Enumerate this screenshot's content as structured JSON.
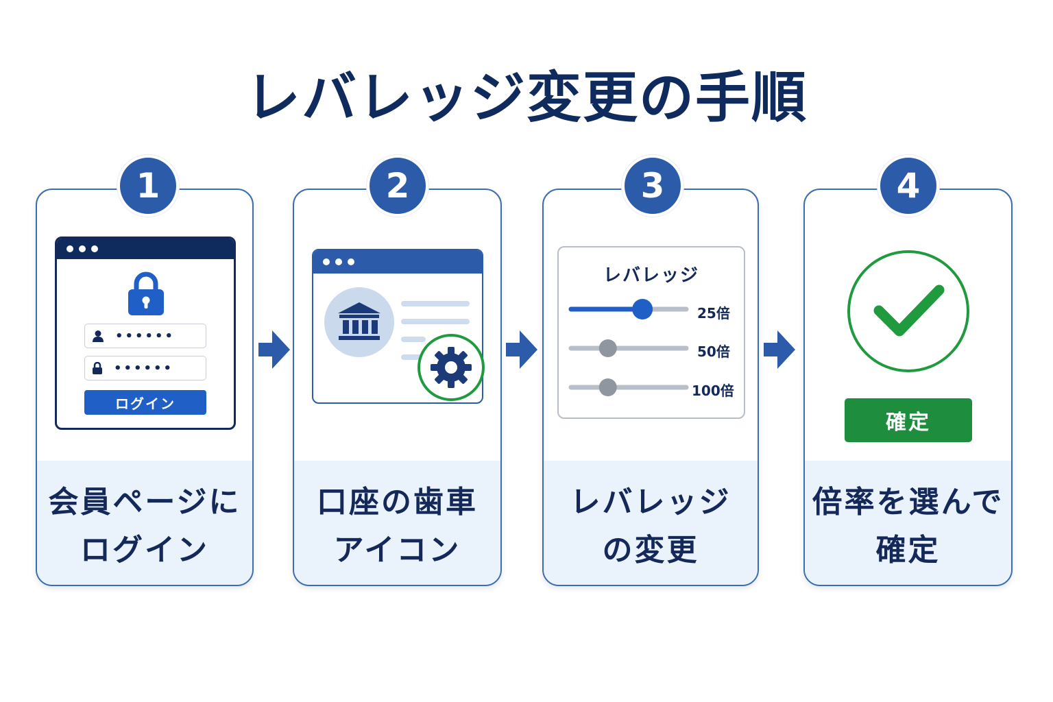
{
  "title": "レバレッジ変更の手順",
  "colors": {
    "navy": "#0f2a5c",
    "blue": "#2b5ba9",
    "accent_blue": "#1f5fc6",
    "green": "#1f9a3e",
    "panel_bg": "#eaf2fc"
  },
  "steps": [
    {
      "number": "1",
      "caption_lines": [
        "会員ページに",
        "ログイン"
      ],
      "illustration": {
        "icons": [
          "lock-icon",
          "user-icon",
          "small-lock-icon"
        ],
        "password_mask": "••••••",
        "username_mask": "••••••",
        "login_button": "ログイン"
      }
    },
    {
      "number": "2",
      "caption_lines": [
        "口座の歯車",
        "アイコン"
      ],
      "illustration": {
        "icons": [
          "bank-icon",
          "gear-icon"
        ]
      }
    },
    {
      "number": "3",
      "caption_lines": [
        "レバレッジ",
        "の変更"
      ],
      "illustration": {
        "panel_title": "レバレッジ",
        "sliders": [
          {
            "label": "25倍",
            "value_fraction": 0.62,
            "active": true
          },
          {
            "label": "50倍",
            "value_fraction": 0.32,
            "active": false
          },
          {
            "label": "100倍",
            "value_fraction": 0.32,
            "active": false
          }
        ]
      }
    },
    {
      "number": "4",
      "caption_lines": [
        "倍率を選んで",
        "確定"
      ],
      "illustration": {
        "icons": [
          "checkmark-icon"
        ],
        "confirm_button": "確定"
      }
    }
  ]
}
